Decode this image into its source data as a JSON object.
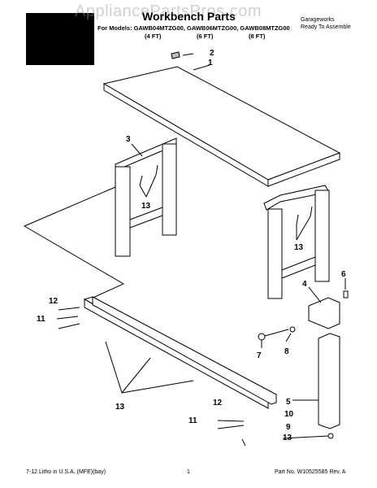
{
  "watermark": "AppliancePartsPros.com",
  "header": {
    "title": "Workbench Parts",
    "models": "For Models: GAWB04MTZG00, GAWB06MTZG00, GAWB08MTZG00",
    "sizes": [
      "(4 FT)",
      "(6 FT)",
      "(8 FT)"
    ],
    "brand_line1": "Garageworks",
    "brand_line2": "Ready To Assemble"
  },
  "callouts": [
    "1",
    "2",
    "3",
    "13",
    "13",
    "4",
    "6",
    "7",
    "8",
    "12",
    "11",
    "13",
    "12",
    "10",
    "11",
    "5",
    "9",
    "13"
  ],
  "footer": {
    "left": "7-12 Litho in U.S.A. (MFE)(bay)",
    "page": "1",
    "part": "Part No. W10525585 Rev. A"
  }
}
